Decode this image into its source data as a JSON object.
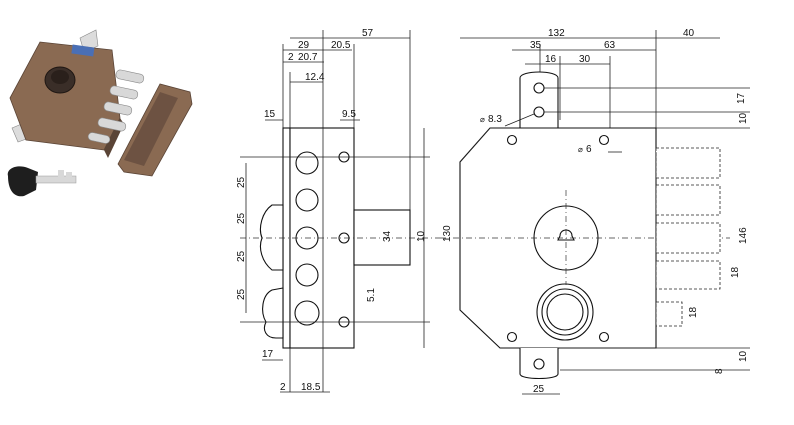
{
  "product": {
    "brand_colors": {
      "body": "#8a6a52",
      "body_dark": "#5a4436",
      "chrome": "#d8d8d8",
      "knob": "#3a2e28",
      "label": "#4a6fb5"
    },
    "key_icon": "key-icon"
  },
  "side_view": {
    "dims_top": [
      "29",
      "20.5",
      "57",
      "2",
      "20.7",
      "12.4"
    ],
    "dim_15": "15",
    "dim_9_5": "9.5",
    "dims_left": [
      "25",
      "25",
      "25",
      "25"
    ],
    "dim_17": "17",
    "dim_2": "2",
    "dim_18_5": "18.5",
    "dim_34": "34",
    "dim_5_1": "5.1",
    "dim_10": "10",
    "dim_130": "130"
  },
  "front_view": {
    "dim_132": "132",
    "dim_40": "40",
    "dim_35": "35",
    "dim_63": "63",
    "dim_16": "16",
    "dim_30": "30",
    "dim_8_3": "8.3",
    "dim_6": "6",
    "dim_17": "17",
    "dim_10_top": "10",
    "dim_146": "146",
    "dim_18": "18",
    "dim_18b": "18",
    "dim_10_bot": "10",
    "dim_8": "8",
    "dim_25": "25"
  }
}
